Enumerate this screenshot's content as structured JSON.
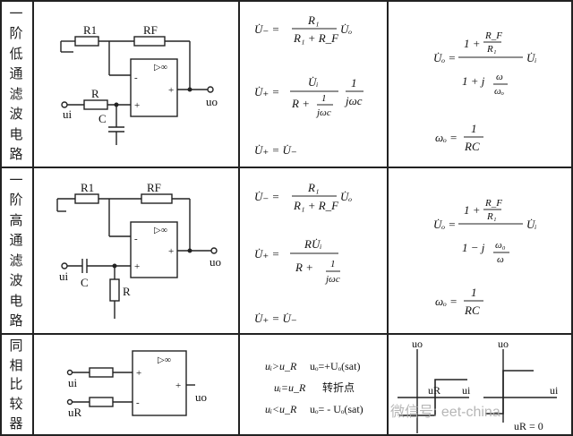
{
  "rows": [
    {
      "label_chars": [
        "一",
        "阶",
        "低",
        "通",
        "滤",
        "波",
        "电",
        "路"
      ],
      "circuit": {
        "r1": "R1",
        "rf": "RF",
        "r": "R",
        "c": "C",
        "ui": "ui",
        "uo": "uo",
        "amp": "▷∞",
        "minus": "-",
        "plus": "+"
      },
      "eq_minus_lhs": "U̇₋ =",
      "eq_minus_num": "R₁",
      "eq_minus_den": "R₁ + R_F",
      "eq_minus_tail": "U̇ₒ",
      "eq_plus_lhs": "U̇₊ =",
      "eq_plus_num": "U̇ᵢ",
      "eq_plus_den_a": "R +",
      "eq_plus_den_frac_num": "1",
      "eq_plus_den_frac_den": "jωc",
      "eq_plus_tail_num": "1",
      "eq_plus_tail_den": "jωc",
      "eq_equal": "U̇₊ = U̇₋",
      "tf_lhs": "U̇ₒ =",
      "tf_num_a": "1 +",
      "tf_num_frac_num": "R_F",
      "tf_num_frac_den": "R₁",
      "tf_den_a": "1 + j",
      "tf_den_frac_num": "ω",
      "tf_den_frac_den": "ωₒ",
      "tf_tail": "U̇ᵢ",
      "w_lhs": "ωₒ =",
      "w_num": "1",
      "w_den": "RC"
    },
    {
      "label_chars": [
        "一",
        "阶",
        "高",
        "通",
        "滤",
        "波",
        "电",
        "路"
      ],
      "circuit": {
        "r1": "R1",
        "rf": "RF",
        "r": "R",
        "c": "C",
        "ui": "ui",
        "uo": "uo",
        "amp": "▷∞",
        "minus": "-",
        "plus": "+"
      },
      "eq_minus_lhs": "U̇₋ =",
      "eq_minus_num": "R₁",
      "eq_minus_den": "R₁ + R_F",
      "eq_minus_tail": "U̇ₒ",
      "eq_plus_lhs": "U̇₊ =",
      "eq_plus_num": "RU̇ᵢ",
      "eq_plus_den_a": "R +",
      "eq_plus_den_frac_num": "1",
      "eq_plus_den_frac_den": "jωc",
      "eq_equal": "U̇₊ = U̇₋",
      "tf_lhs": "U̇ₒ =",
      "tf_num_a": "1 +",
      "tf_num_frac_num": "R_F",
      "tf_num_frac_den": "R₁",
      "tf_den_a": "1 − j",
      "tf_den_frac_num": "ω₀",
      "tf_den_frac_den": "ω",
      "tf_tail": "U̇ᵢ",
      "w_lhs": "ωₒ =",
      "w_num": "1",
      "w_den": "RC"
    },
    {
      "label_chars": [
        "同",
        "相",
        "比",
        "较",
        "器"
      ],
      "circuit": {
        "ui": "ui",
        "ur": "uR",
        "uo": "uo",
        "amp": "▷∞",
        "minus": "-",
        "plus": "+"
      },
      "cond1_a": "uᵢ>u_R",
      "cond1_b": "uₒ=+Uₒ(sat)",
      "cond2_a": "uᵢ=u_R",
      "cond2_b": "转折点",
      "cond3_a": "uᵢ<u_R",
      "cond3_b": "uₒ= - Uₒ(sat)",
      "graph1": {
        "y": "uo",
        "x": "ui",
        "xmark": "uR"
      },
      "graph2": {
        "y": "uo",
        "x": "ui",
        "note": "uR = 0"
      }
    }
  ],
  "watermark": "微信号: eet-china"
}
